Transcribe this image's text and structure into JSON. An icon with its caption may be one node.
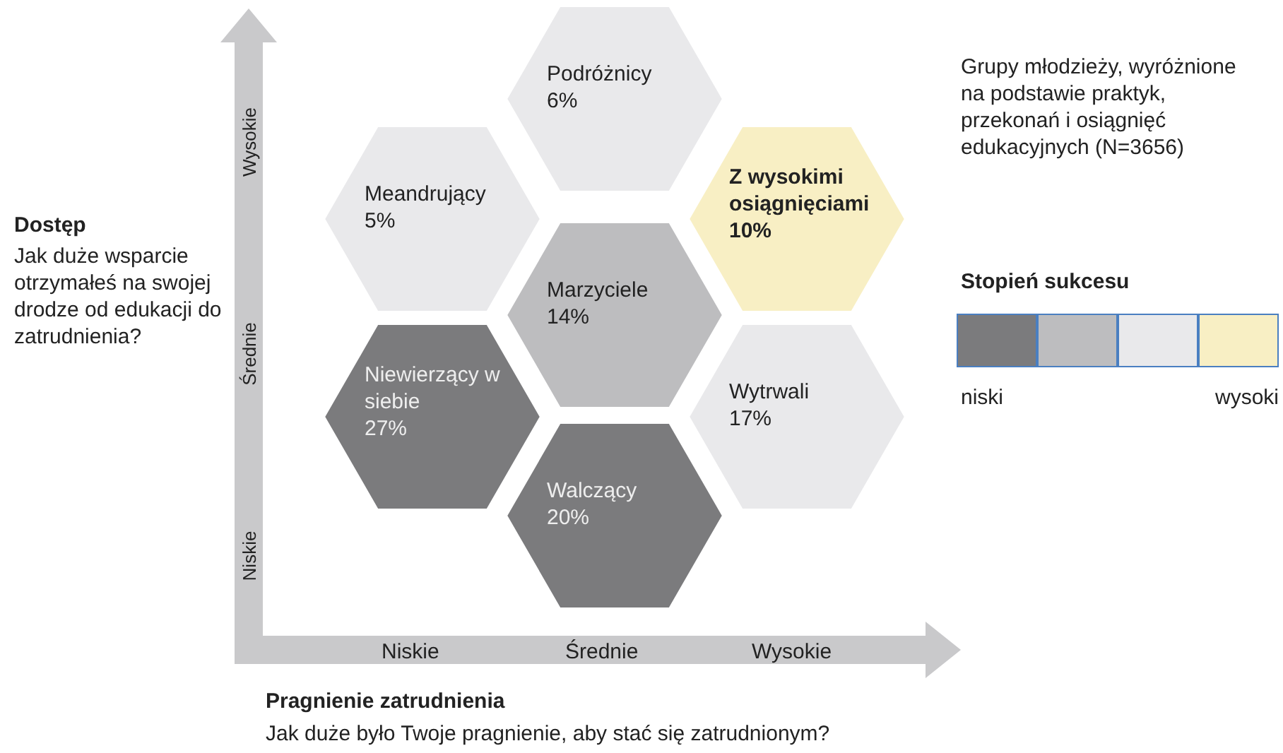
{
  "diagram": {
    "nodes": [
      {
        "text": [
          "Podróżnicy",
          "6%"
        ]
      },
      {
        "text": [
          "Meandrujący",
          "5%"
        ]
      },
      {
        "text": [
          "Z wysokimi osiągnięciami",
          "10%"
        ]
      },
      {
        "text": [
          "Marzyciele",
          "14%"
        ]
      },
      {
        "text": [
          "Niewierzący w siebie",
          "27%"
        ]
      },
      {
        "text": [
          "Wytrwali",
          "17%"
        ]
      },
      {
        "text": [
          "Walczący",
          "20%"
        ]
      }
    ],
    "edges": [],
    "labels": [
      "Wysokie",
      "Średnie",
      "Niskie",
      "Dostęp",
      "Jak duże wsparcie otrzymałeś na swojej drodze od edukacji do zatrudnienia?",
      "Grupy młodzieży, wyróżnione na podstawie praktyk, przekonań i osiągnięć edukacyjnych (N=3656)",
      "Stopień sukcesu",
      "Niskie",
      "Średnie",
      "Wysokie",
      "Pragnienie zatrudnienia",
      "Jak duże było Twoje pragnienie, aby stać się zatrudnionym?"
    ],
    "legend": [
      {
        "text": "niski",
        "color": "#7b7b7d"
      },
      {
        "text": "wysoki",
        "color": "#f8efc4"
      }
    ]
  }
}
